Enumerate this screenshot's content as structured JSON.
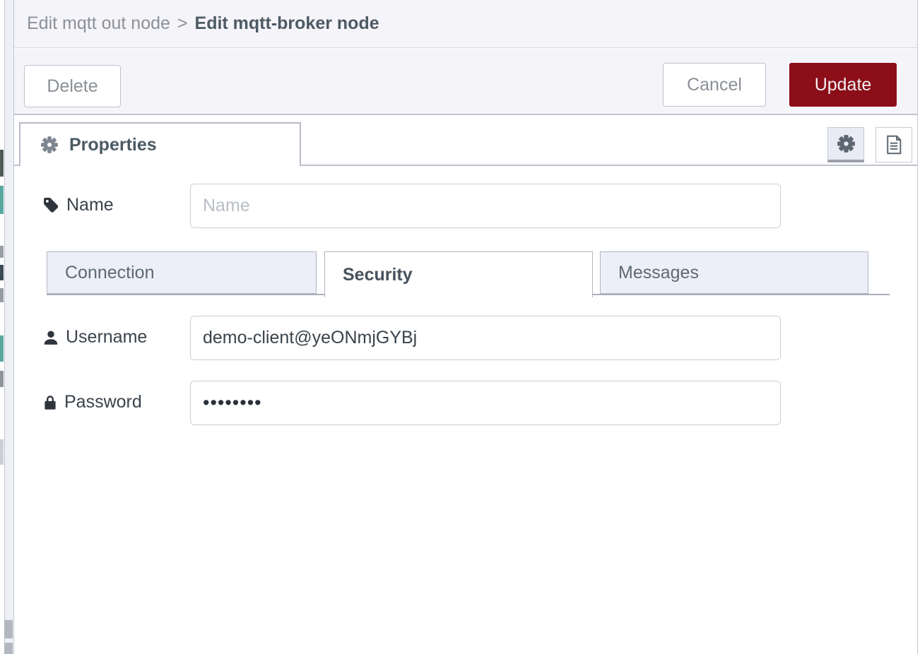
{
  "breadcrumb": {
    "parent": "Edit mqtt out node",
    "separator": ">",
    "current": "Edit mqtt-broker node"
  },
  "toolbar": {
    "delete_label": "Delete",
    "cancel_label": "Cancel",
    "update_label": "Update"
  },
  "panel": {
    "properties_tab_label": "Properties",
    "icons": {
      "properties_tab": "gear-icon",
      "node_settings_button": "gear-icon",
      "node_description_button": "document-icon"
    }
  },
  "form": {
    "name": {
      "label": "Name",
      "placeholder": "Name",
      "value": "",
      "icon": "tag-icon"
    },
    "tabs": [
      {
        "label": "Connection",
        "active": false
      },
      {
        "label": "Security",
        "active": true
      },
      {
        "label": "Messages",
        "active": false
      }
    ],
    "username": {
      "label": "Username",
      "value": "demo-client@yeONmjGYBj",
      "icon": "user-icon"
    },
    "password": {
      "label": "Password",
      "masked_value": "••••••••",
      "icon": "lock-icon"
    }
  },
  "colors": {
    "primary_button": "#8C0E19",
    "header_background": "#f4f4f9",
    "inactive_tab_background": "#edeff8",
    "workspace_node_teal": "#58a8a0"
  }
}
